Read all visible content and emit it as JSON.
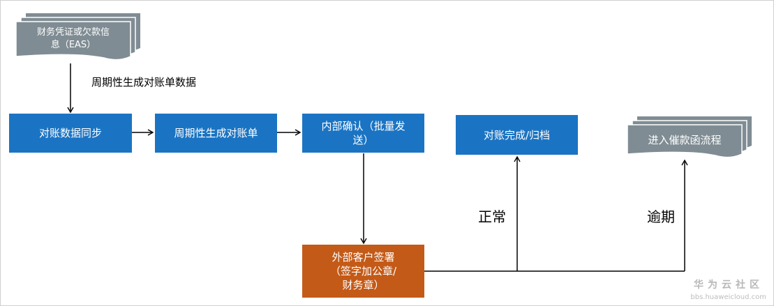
{
  "diagram": {
    "source_doc": {
      "line1": "财务凭证或欠款信",
      "line2": "息（EAS）"
    },
    "cycle_label": "周期性生成对账单数据",
    "nodes": {
      "sync": "对账数据同步",
      "generate": "周期性生成对账单",
      "confirm_line1": "内部确认（批量发",
      "confirm_line2": "送）",
      "done": "对账完成/归档",
      "customer_line1": "外部客户签署",
      "customer_line2": "（签字加公章/",
      "customer_line3": "财务章）"
    },
    "dunning_doc": "进入催款函流程",
    "edge_labels": {
      "normal": "正常",
      "overdue": "逾期"
    },
    "colors": {
      "process": "#1b74c3",
      "external": "#c45a17",
      "document": "#7f8c93"
    }
  },
  "watermark": {
    "name": "华为云社区",
    "url": "bbs.huaweicloud.com"
  }
}
